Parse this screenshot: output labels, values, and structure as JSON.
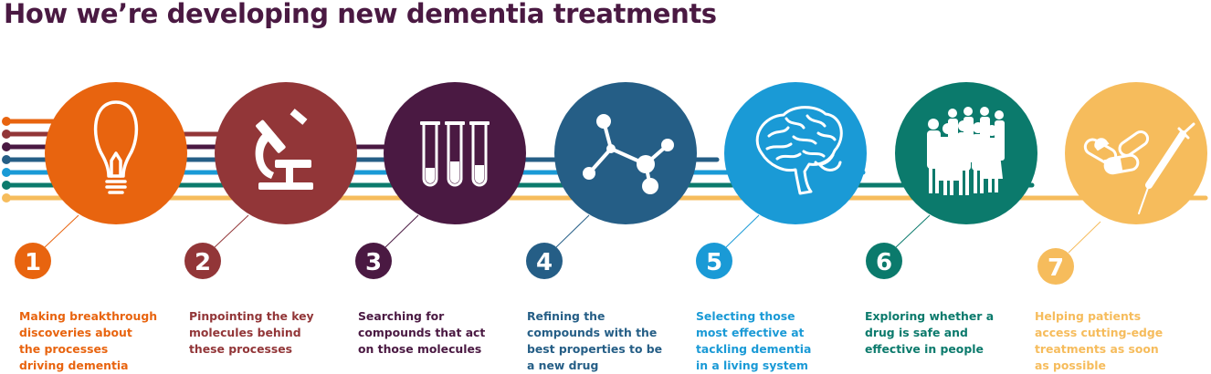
{
  "title": "How we’re developing new dementia treatments",
  "colors": {
    "title": "#4a1942",
    "white": "#ffffff"
  },
  "steps": [
    {
      "number": "1",
      "color": "#e8640f",
      "icon": "light-bulb-icon",
      "text": "Making breakthrough\ndiscoveries about\nthe processes\ndriving dementia"
    },
    {
      "number": "2",
      "color": "#923638",
      "icon": "microscope-icon",
      "text": "Pinpointing the key\nmolecules behind\nthese processes"
    },
    {
      "number": "3",
      "color": "#4a1942",
      "icon": "test-tubes-icon",
      "text": "Searching for\ncompounds that act\non those molecules"
    },
    {
      "number": "4",
      "color": "#255e86",
      "icon": "molecule-icon",
      "text": "Refining the\ncompounds with the\nbest properties to be\na new drug"
    },
    {
      "number": "5",
      "color": "#1a9ad6",
      "icon": "brain-icon",
      "text": "Selecting those\nmost effective at\ntackling dementia\nin a living system"
    },
    {
      "number": "6",
      "color": "#0b7a6c",
      "icon": "people-icon",
      "text": "Exploring whether a\ndrug is safe and\neffective in people"
    },
    {
      "number": "7",
      "color": "#f6bc5c",
      "icon": "pills-syringe-icon",
      "text": "Helping patients\naccess cutting-edge\ntreatments as soon\nas possible"
    }
  ]
}
